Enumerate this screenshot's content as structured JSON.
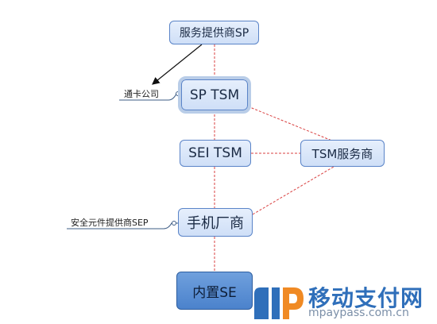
{
  "nodes": {
    "sp": "服务提供商SP",
    "sp_tsm": "SP TSM",
    "sei_tsm": "SEI TSM",
    "tsm_service": "TSM服务商",
    "phone_maker": "手机厂商",
    "embedded_se": "内置SE"
  },
  "callouts": {
    "card_company": "通卡公司",
    "sep": "安全元件提供商SEP"
  },
  "watermark": {
    "title": "移动支付网",
    "url": "mpaypass.com.cn"
  },
  "colors": {
    "node_border": "#5a84c8",
    "dashed_line": "#d94040",
    "solid_line": "#3e5d86",
    "dark_node": "#4b82cc",
    "logo_blue": "#2f6fba",
    "logo_orange": "#f08a24"
  }
}
